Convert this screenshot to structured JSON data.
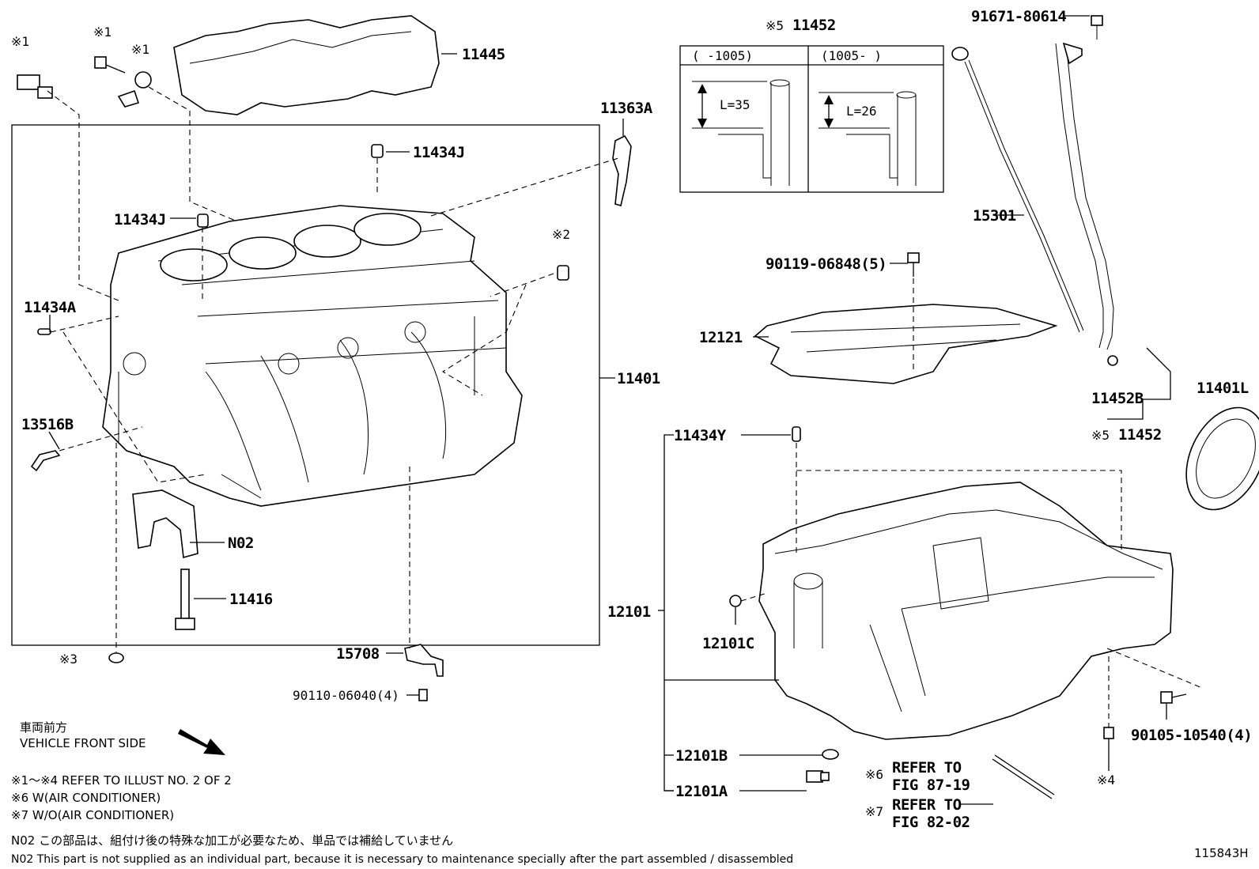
{
  "parts": {
    "p11445": "11445",
    "p11363A": "11363A",
    "p11434J_top": "11434J",
    "p11434J_left": "11434J",
    "p11434A": "11434A",
    "p13516B": "13516B",
    "p11401": "11401",
    "pN02": "N02",
    "p11416": "11416",
    "p15708": "15708",
    "p90110": "90110-06040(4)",
    "p11452_top": "11452",
    "p91671": "91671-80614",
    "p15301": "15301",
    "p90119": "90119-06848(5)",
    "p12121": "12121",
    "p11452B": "11452B",
    "p11452_bot": "11452",
    "p11401L": "11401L",
    "p11434Y": "11434Y",
    "p12101": "12101",
    "p12101C": "12101C",
    "p12101B": "12101B",
    "p12101A": "12101A",
    "p90105": "90105-10540(4)"
  },
  "refs": {
    "r1a": "※1",
    "r1b": "※1",
    "r1c": "※1",
    "r2": "※2",
    "r3": "※3",
    "r4": "※4",
    "r5_top": "※5",
    "r5_bot": "※5",
    "r6": "※6",
    "r7": "※7"
  },
  "inset": {
    "col1": "(     -1005)",
    "col2": "(1005-     )",
    "len1": "L=35",
    "len2": "L=26"
  },
  "refer": {
    "r6_line1": "REFER TO",
    "r6_line2": "FIG 87-19",
    "r7_line1": "REFER TO",
    "r7_line2": "FIG 82-02"
  },
  "front": {
    "jp": "車両前方",
    "en": "VEHICLE FRONT SIDE"
  },
  "notes": {
    "n1": "※1～※4  REFER TO ILLUST NO. 2 OF 2",
    "n2": "※6 W(AIR CONDITIONER)",
    "n3": "※7 W/O(AIR CONDITIONER)",
    "n4": "N02  この部品は、組付け後の特殊な加工が必要なため、単品では補給していません",
    "n5": "N02  This part is not supplied as an individual part, because it is necessary to maintenance specially after the part assembled / disassembled"
  },
  "illust_id": "115843H"
}
